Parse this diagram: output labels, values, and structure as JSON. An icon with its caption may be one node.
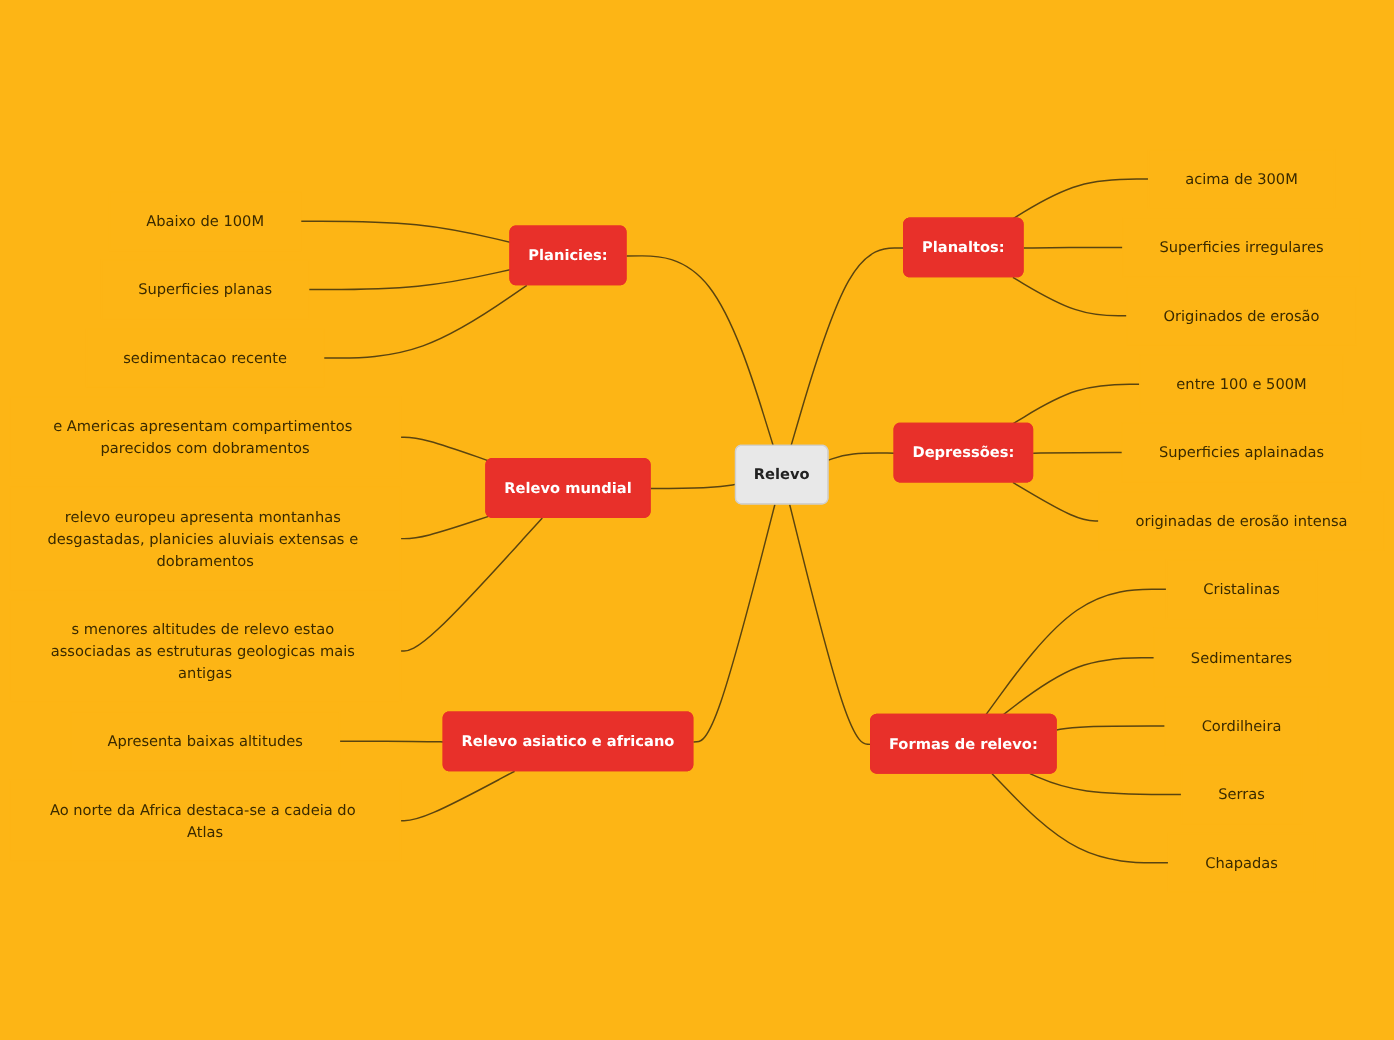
{
  "diagram": {
    "nodes": [
      {
        "text": [
          "Relevo"
        ]
      },
      {
        "text": [
          "Planicies:"
        ]
      },
      {
        "text": [
          "Abaixo de 100M"
        ]
      },
      {
        "text": [
          "Superficies planas"
        ]
      },
      {
        "text": [
          "sedimentacao recente"
        ]
      },
      {
        "text": [
          "Relevo mundial"
        ]
      },
      {
        "text": [
          "e Americas apresentam compartimentos parecidos com dobramentos"
        ]
      },
      {
        "text": [
          "relevo europeu apresenta montanhas desgastadas, planicies aluviais extensas e dobramentos"
        ]
      },
      {
        "text": [
          "s menores altitudes de relevo estao associadas as estruturas geologicas mais antigas"
        ]
      },
      {
        "text": [
          "Relevo asiatico e africano"
        ]
      },
      {
        "text": [
          "Apresenta baixas altitudes"
        ]
      },
      {
        "text": [
          "Ao norte da Africa destaca-se a cadeia do Atlas"
        ]
      },
      {
        "text": [
          "Planaltos:"
        ]
      },
      {
        "text": [
          "acima de 300M"
        ]
      },
      {
        "text": [
          "Superficies irregulares"
        ]
      },
      {
        "text": [
          "Originados de erosão"
        ]
      },
      {
        "text": [
          "Depressões:"
        ]
      },
      {
        "text": [
          "entre 100 e 500M"
        ]
      },
      {
        "text": [
          "Superficies aplainadas"
        ]
      },
      {
        "text": [
          "originadas de erosão intensa"
        ]
      },
      {
        "text": [
          "Formas de relevo:"
        ]
      },
      {
        "text": [
          "Cristalinas"
        ]
      },
      {
        "text": [
          "Sedimentares"
        ]
      },
      {
        "text": [
          "Cordilheira"
        ]
      },
      {
        "text": [
          "Serras"
        ]
      },
      {
        "text": [
          "Chapadas"
        ]
      }
    ],
    "edges": [
      {
        "from": 0,
        "to": 1,
        "arrow": "none"
      },
      {
        "from": 1,
        "to": 2,
        "arrow": "none"
      },
      {
        "from": 1,
        "to": 3,
        "arrow": "none"
      },
      {
        "from": 1,
        "to": 4,
        "arrow": "none"
      },
      {
        "from": 0,
        "to": 5,
        "arrow": "none"
      },
      {
        "from": 5,
        "to": 6,
        "arrow": "none"
      },
      {
        "from": 5,
        "to": 7,
        "arrow": "none"
      },
      {
        "from": 5,
        "to": 8,
        "arrow": "none"
      },
      {
        "from": 0,
        "to": 9,
        "arrow": "none"
      },
      {
        "from": 9,
        "to": 10,
        "arrow": "none"
      },
      {
        "from": 9,
        "to": 11,
        "arrow": "none"
      },
      {
        "from": 0,
        "to": 12,
        "arrow": "none"
      },
      {
        "from": 12,
        "to": 13,
        "arrow": "none"
      },
      {
        "from": 12,
        "to": 14,
        "arrow": "none"
      },
      {
        "from": 12,
        "to": 15,
        "arrow": "none"
      },
      {
        "from": 0,
        "to": 16,
        "arrow": "none"
      },
      {
        "from": 16,
        "to": 17,
        "arrow": "none"
      },
      {
        "from": 16,
        "to": 18,
        "arrow": "none"
      },
      {
        "from": 16,
        "to": 19,
        "arrow": "none"
      },
      {
        "from": 0,
        "to": 20,
        "arrow": "none"
      },
      {
        "from": 20,
        "to": 21,
        "arrow": "none"
      },
      {
        "from": 20,
        "to": 22,
        "arrow": "none"
      },
      {
        "from": 20,
        "to": 23,
        "arrow": "none"
      },
      {
        "from": 20,
        "to": 24,
        "arrow": "none"
      },
      {
        "from": 20,
        "to": 25,
        "arrow": "none"
      }
    ]
  }
}
